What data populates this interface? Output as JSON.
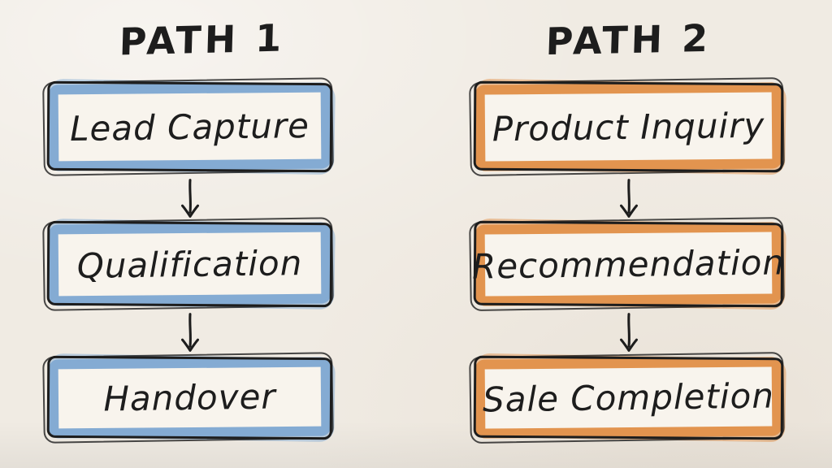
{
  "canvas": {
    "background": "#f0ebe3",
    "ink": "#1d1d1d",
    "paper_fill": "#f8f4ed"
  },
  "diagram_type": "flowchart",
  "paths": [
    {
      "title": "PATH 1",
      "color": "#84abd3",
      "steps": [
        {
          "label": "Lead Capture"
        },
        {
          "label": "Qualification"
        },
        {
          "label": "Handover"
        }
      ]
    },
    {
      "title": "PATH 2",
      "color": "#e2944f",
      "steps": [
        {
          "label": "Product Inquiry"
        },
        {
          "label": "Recommendation"
        },
        {
          "label": "Sale Completion"
        }
      ]
    }
  ]
}
